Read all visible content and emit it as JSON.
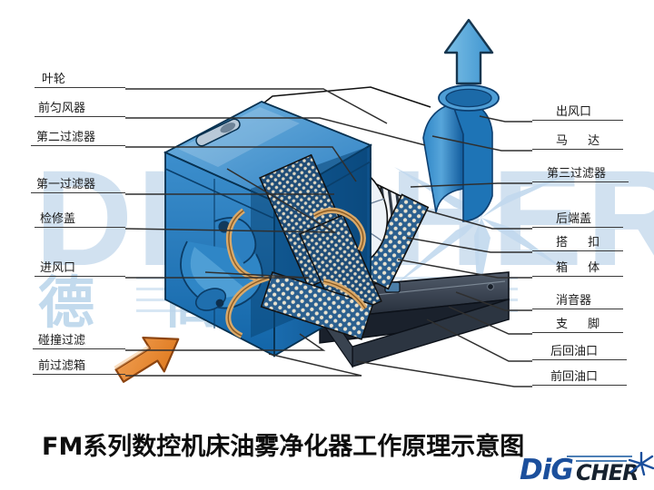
{
  "title": "FM系列数控机床油雾净化器工作原理示意图",
  "watermark": {
    "brand": "DIGCHER",
    "chinese": "德高洁",
    "burst_icon": "starburst-icon"
  },
  "logo": {
    "part1": "DiG",
    "part2": "CHER",
    "burst_icon": "starburst-icon",
    "color_primary": "#1b4f9c",
    "color_secondary": "#16212e"
  },
  "colors": {
    "body_blue": "#1d72b8",
    "body_blue_light": "#4d9ed8",
    "body_blue_dark": "#13538c",
    "base_gray": "#3b4350",
    "arrow_in": "#e8832a",
    "arrow_out": "#55a6dd",
    "rule": "#3a3a3a",
    "watermark": "#c9dcee"
  },
  "labels_left": [
    {
      "text": "叶轮",
      "name": "label-impeller"
    },
    {
      "text": "前匀风器",
      "name": "label-front-air-distributor"
    },
    {
      "text": "第二过滤器",
      "name": "label-second-filter"
    },
    {
      "text": "第一过滤器",
      "name": "label-first-filter"
    },
    {
      "text": "检修盖",
      "name": "label-access-cover"
    },
    {
      "text": "进风口",
      "name": "label-air-inlet"
    },
    {
      "text": "碰撞过滤",
      "name": "label-impact-filter"
    },
    {
      "text": "前过滤箱",
      "name": "label-front-filter-box"
    }
  ],
  "labels_right": [
    {
      "text": "出风口",
      "name": "label-air-outlet"
    },
    {
      "text": "马 达",
      "name": "label-motor"
    },
    {
      "text": "第三过滤器",
      "name": "label-third-filter"
    },
    {
      "text": "后端盖",
      "name": "label-rear-end-cover"
    },
    {
      "text": "搭 扣",
      "name": "label-latch"
    },
    {
      "text": "箱 体",
      "name": "label-housing"
    },
    {
      "text": "消音器",
      "name": "label-silencer"
    },
    {
      "text": "支 脚",
      "name": "label-support-foot"
    },
    {
      "text": "后回油口",
      "name": "label-rear-oil-return"
    },
    {
      "text": "前回油口",
      "name": "label-front-oil-return"
    }
  ],
  "arrows": {
    "inlet_label": "air-intake-arrow",
    "outlet_label": "air-exhaust-arrow"
  }
}
